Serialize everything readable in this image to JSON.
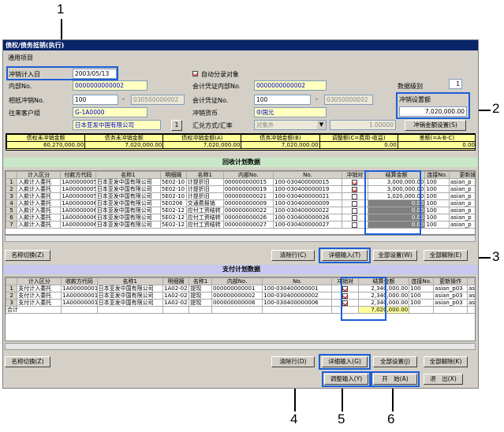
{
  "callouts": [
    "1",
    "2",
    "3",
    "4",
    "5",
    "6"
  ],
  "window": {
    "title": "债权/债务抵销(执行)"
  },
  "group": {
    "label": "通用项目"
  },
  "form": {
    "date_label": "冲销计入日",
    "date_value": "2003/05/13",
    "auto_label": "自动分录对象",
    "internal_no_label": "内部No.",
    "internal_no_value": "0000000000002",
    "voucher_internal_label": "会计凭证内部No.",
    "voucher_internal_value": "0000000000002",
    "detail_level_label": "数据级别",
    "detail_level_value": "1",
    "offset_no_label": "相抵冲销No.",
    "offset_no_a": "100",
    "offset_no_dash": "-",
    "offset_no_b": "030500000002",
    "voucher_no_label": "会计凭证No.",
    "voucher_no_a": "100",
    "voucher_no_dash": "-",
    "voucher_no_b": "03050000002",
    "customer_label": "往来客户组",
    "customer_code": "G-1A0000",
    "customer_name": "日本亚发中国有限公司",
    "customer_btn": "1",
    "currency_label": "冲销货币",
    "currency_value": "中国元",
    "rate_label": "汇兑方式/汇率",
    "rate_mode": "对象外",
    "rate_value": "1.00000",
    "setting_label": "冲销设置额",
    "setting_value": "7,020,000.00",
    "setting_btn": "冲销金额设置(S)"
  },
  "summary": {
    "headers": [
      "债权未冲销金额",
      "债务未冲销金额",
      "债权冲销金额(A)",
      "债务冲销金额(B)",
      "调整额(C=费用-收益)",
      "差额(=A-B-C)"
    ],
    "values": [
      "60,270,000.00",
      "7,020,000.00",
      "7,020,000.00",
      "7,020,000.00",
      "0.00",
      "0.00"
    ]
  },
  "recv": {
    "section_title": "回收计划数据",
    "headers": [
      "",
      "计入区分",
      "付款方代码",
      "名称1",
      "明细摘",
      "名称1",
      "内部No.",
      "No.",
      "冲销对",
      "结算金额",
      "连接No.",
      "更新操"
    ],
    "rows": [
      [
        "1",
        "入款计入委托",
        "1A00000005",
        "日本亚发中国有限公司",
        "5E02-10",
        "计提折旧",
        "000000000015",
        "100-030400000015",
        "on",
        "3,000,000.00",
        "100",
        "asian_p"
      ],
      [
        "2",
        "入款计入委托",
        "1A00000005",
        "日本亚发中国有限公司",
        "5E02-10",
        "计提折旧",
        "000000000019",
        "100-030400000019",
        "on",
        "3,000,000.00",
        "100",
        "asian_p"
      ],
      [
        "3",
        "入款计入委托",
        "1A00000005",
        "日本亚发中国有限公司",
        "5E02-10",
        "计提折旧",
        "000000000021",
        "100-030400000021",
        "off",
        "1,020,000.00",
        "100",
        "asian_p"
      ],
      [
        "4",
        "入款计入委托",
        "1A00000006",
        "日本亚发中国有限公司",
        "5E0206",
        "交通费报销",
        "000000000009",
        "100-030400000009",
        "off",
        "0.00",
        "100",
        "asian_p"
      ],
      [
        "5",
        "入款计入委托",
        "1A00000006",
        "日本亚发中国有限公司",
        "5E02-12",
        "应付工资结转",
        "000000000022",
        "100-030400000022",
        "off",
        "0.00",
        "100",
        "asian_p"
      ],
      [
        "6",
        "入款计入委托",
        "1A00000006",
        "日本亚发中国有限公司",
        "5E02-12",
        "应付工资结转",
        "000000000026",
        "100-030400000026",
        "off",
        "0.00",
        "100",
        "asian_p"
      ],
      [
        "7",
        "入款计入委托",
        "1A00000006",
        "日本亚发中国有限公司",
        "5E02-12",
        "应付工资结转",
        "000000000027",
        "100-030400000027",
        "off",
        "0.00",
        "100",
        "asian_p"
      ]
    ]
  },
  "recv_buttons": {
    "name_switch": "名称切换(Z)",
    "clear": "清除行(C)",
    "detail_input": "详细输入(T)",
    "all_set": "全部设置(W)",
    "all_release": "全部解除(E)"
  },
  "pay": {
    "section_title": "支付计划数据",
    "headers": [
      "",
      "计入区分",
      "收款方代码",
      "名称1",
      "明细摘",
      "名称1",
      "内部No.",
      "No.",
      "冲销对",
      "结算金额",
      "连接No.",
      "更新操作",
      "名"
    ],
    "rows": [
      [
        "1",
        "支付计入委托",
        "1A00000001",
        "日本亚发中国有限公司",
        "1A02-02",
        "提现",
        "000000000001",
        "100-030400000001",
        "on",
        "2,340,000.00",
        "100",
        "asian_p03",
        "asia"
      ],
      [
        "2",
        "支付计入委托",
        "1A00000001",
        "日本亚发中国有限公司",
        "1A02-02",
        "提现",
        "000000000002",
        "100-030400000002",
        "on",
        "2,340,000.00",
        "100",
        "asian_p03",
        "asia"
      ],
      [
        "3",
        "支付计入委托",
        "1A00000001",
        "日本亚发中国有限公司",
        "1A02-02",
        "提现",
        "000000000006",
        "100-030400000006",
        "on",
        "2,340,000.00",
        "100",
        "asian_p03",
        "asia"
      ]
    ],
    "total_label": "合计",
    "total_value": "7,020,000.00"
  },
  "pay_buttons": {
    "name_switch": "名称切换(Z)",
    "clear": "清除行(D)",
    "detail_input": "详细输入(G)",
    "all_set": "全部设置(J)",
    "all_release": "全部解除(K)"
  },
  "bottom_buttons": {
    "adjust": "调整输入(Y)",
    "start": "开　始(A)",
    "exit": "退　出(X)"
  },
  "colors": {
    "highlight": "#1c5fd8",
    "titlebar": "#0a246a",
    "section_green": "#c8e8c8",
    "section_blue": "#c8c8f0",
    "summary_yellow": "#ffff99"
  }
}
